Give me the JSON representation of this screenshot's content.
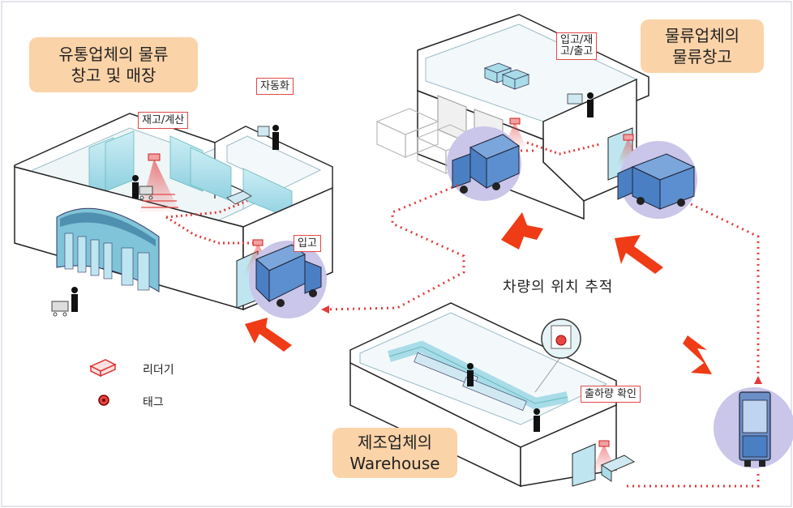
{
  "labels": {
    "retail": [
      "유통업체의 물류",
      "창고 및 매장"
    ],
    "logistics": [
      "물류업체의",
      "물류창고"
    ],
    "manufacturer": [
      "제조업체의",
      "Warehouse"
    ]
  },
  "callouts": {
    "automation": "자동화",
    "inventory_checkout": "재고/계산",
    "inbound": "입고",
    "in_stock_out": [
      "입고/재",
      "고/출고"
    ],
    "shipment_check": "출하량 확인"
  },
  "tracking_label": "차량의 위치 추적",
  "legend": {
    "reader": "리더기",
    "tag": "태그"
  },
  "colors": {
    "label_bg": "#fbd3a8",
    "route_red": "#e23a3a",
    "arrow_red": "#ef3b16",
    "truck_blue": "#4a7fc4",
    "truck_circle": "#c9c6ea",
    "shelf_blue": "#a8dce8"
  },
  "icons": [
    "reader-icon",
    "tag-icon",
    "truck-icon",
    "person-icon",
    "cart-icon",
    "forklift-icon"
  ]
}
